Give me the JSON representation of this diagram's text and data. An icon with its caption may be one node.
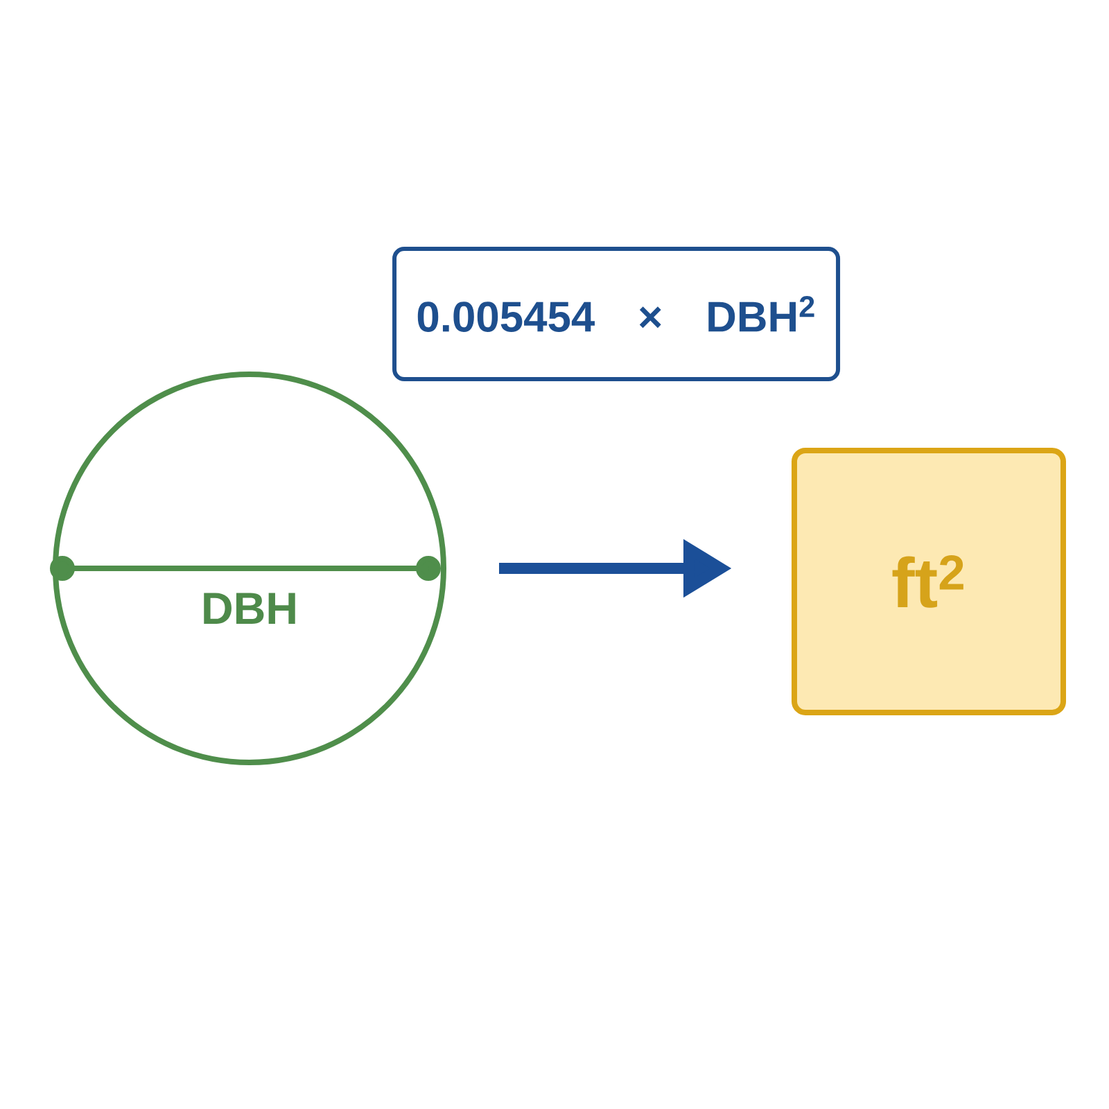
{
  "diagram": {
    "nodes": [
      {
        "text": [
          "0.005454 × DBH$^{2}$"
        ]
      },
      {
        "text": [
          "DBH"
        ]
      },
      {
        "text": [
          "ft$^{2}$"
        ]
      }
    ],
    "edges": [
      {
        "from": 1,
        "to": 2,
        "arrow": "to"
      }
    ]
  }
}
